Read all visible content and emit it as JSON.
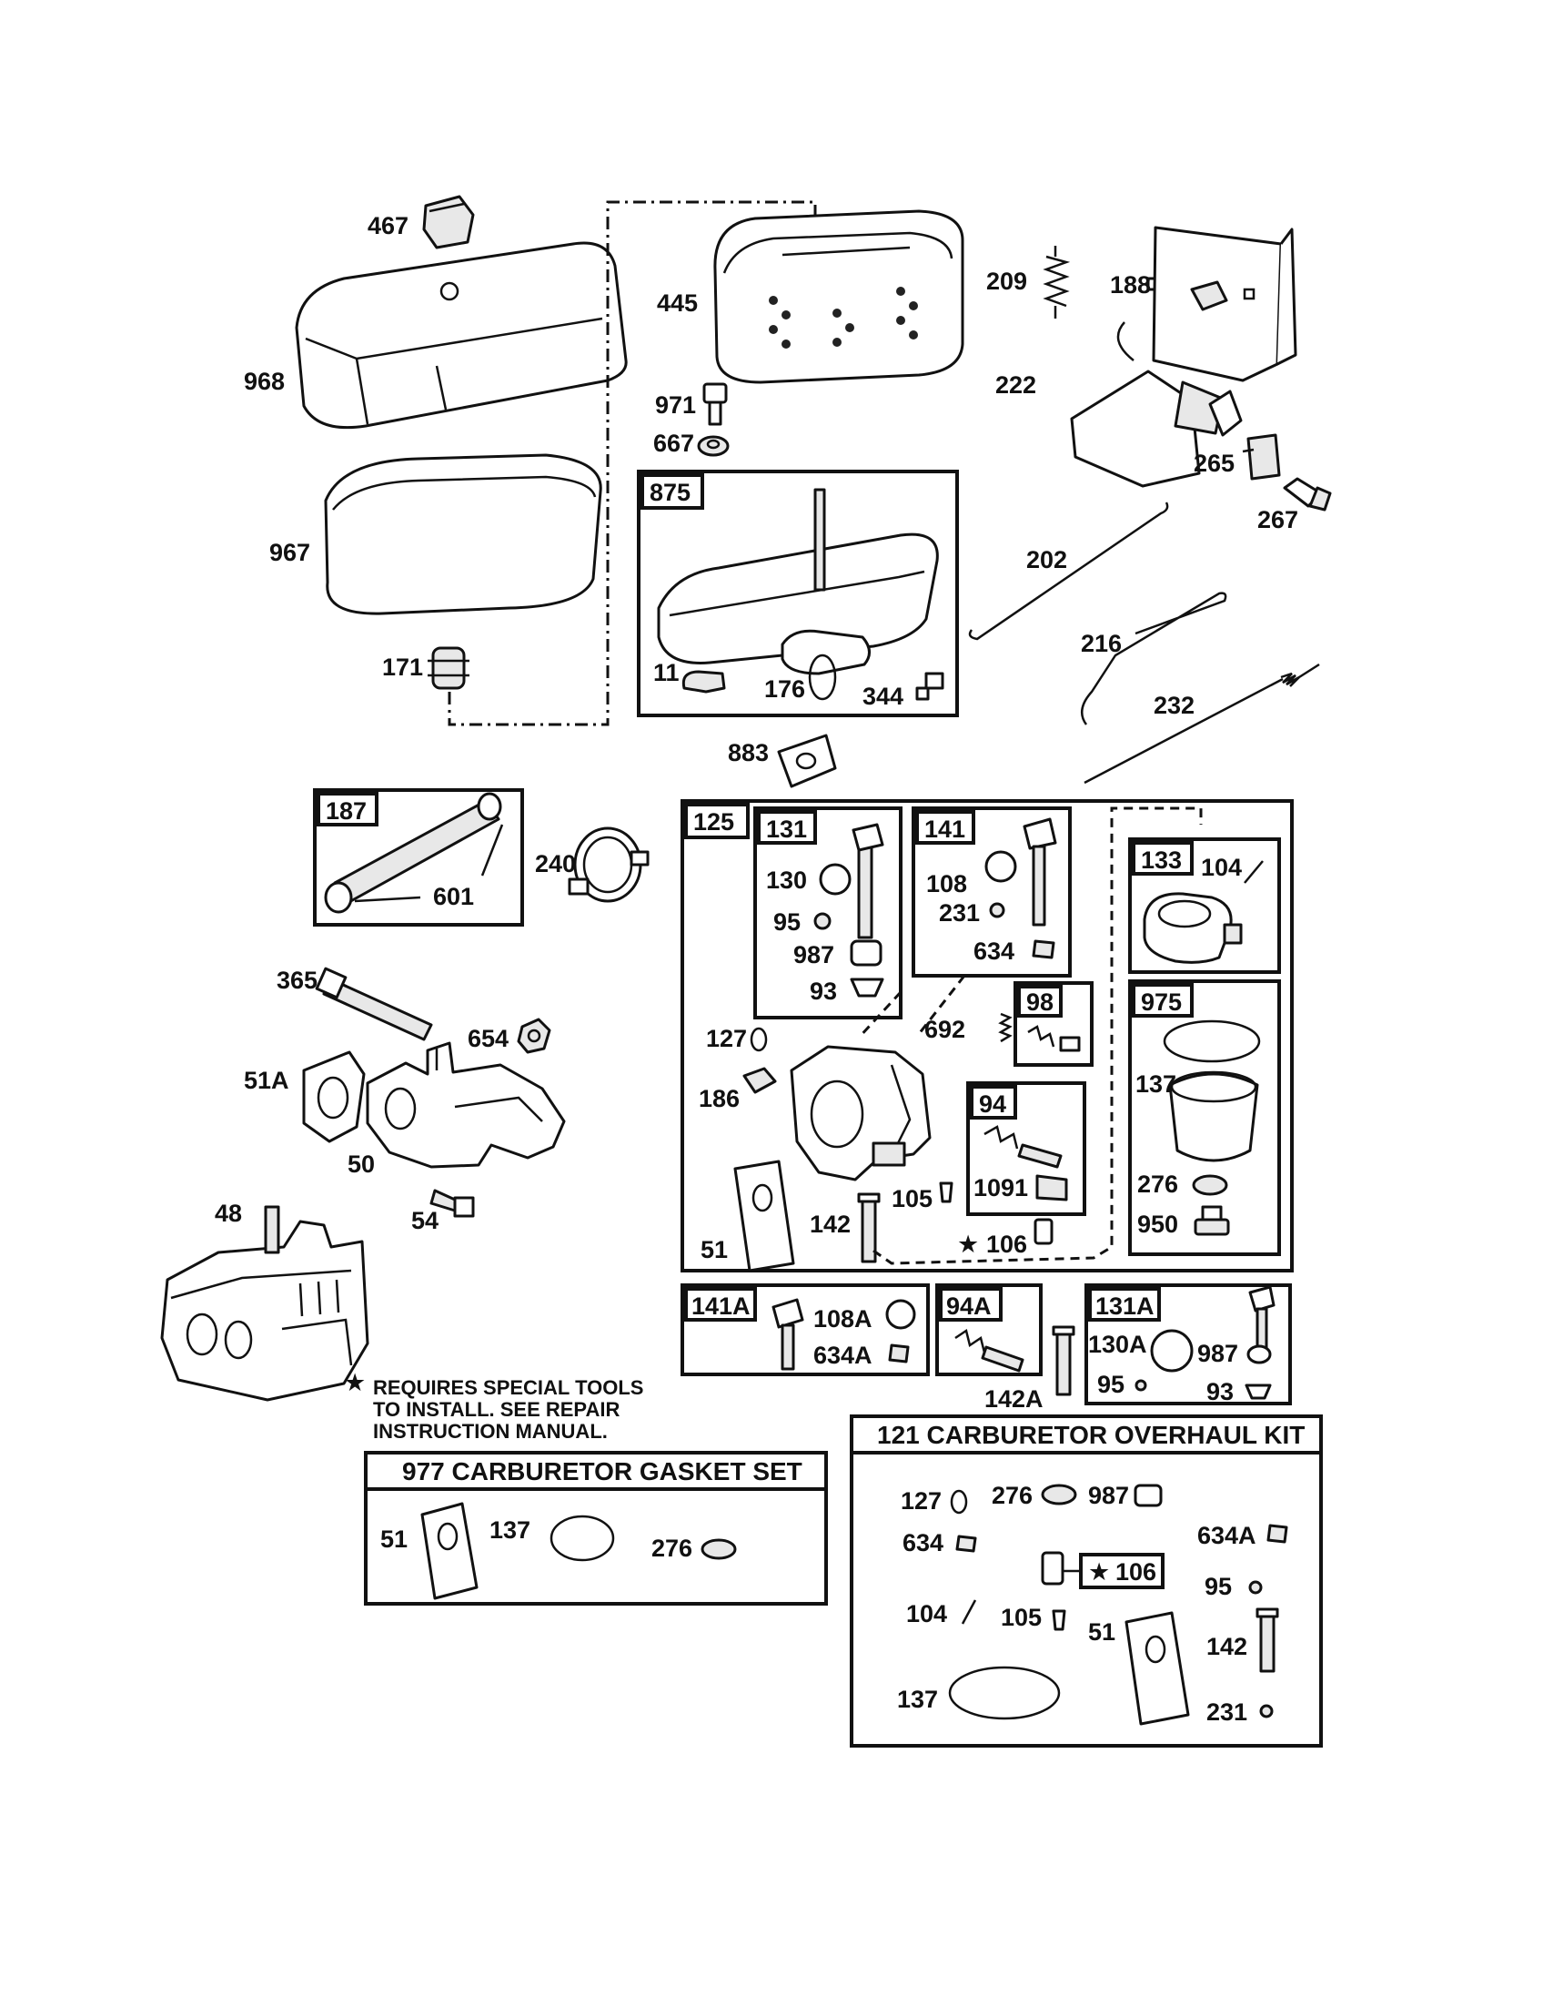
{
  "labels": {
    "l467": "467",
    "l968": "968",
    "l967": "967",
    "l171": "171",
    "l445": "445",
    "l971": "971",
    "l667": "667",
    "l875": "875",
    "l11": "11",
    "l176": "176",
    "l344": "344",
    "l883": "883",
    "l209": "209",
    "l188": "188",
    "l222": "222",
    "l265": "265",
    "l267": "267",
    "l202": "202",
    "l216": "216",
    "l232": "232",
    "l187": "187",
    "l601": "601",
    "l240": "240",
    "l365": "365",
    "l654": "654",
    "l51A": "51A",
    "l50": "50",
    "l54": "54",
    "l48": "48",
    "l125": "125",
    "l131": "131",
    "l130": "130",
    "l95": "95",
    "l987": "987",
    "l93": "93",
    "l141": "141",
    "l108": "108",
    "l231": "231",
    "l634": "634",
    "l692": "692",
    "l98": "98",
    "l127": "127",
    "l186": "186",
    "l94": "94",
    "l1091": "1091",
    "l51": "51",
    "l142": "142",
    "l105": "105",
    "l106": "106",
    "l133": "133",
    "l104": "104",
    "l975": "975",
    "l137": "137",
    "l276": "276",
    "l950": "950",
    "l141A": "141A",
    "l108A": "108A",
    "l634A": "634A",
    "l94A": "94A",
    "l142A": "142A",
    "l131A": "131A",
    "l130A": "130A",
    "l987b": "987",
    "l95b": "95",
    "l93b": "93"
  },
  "note": {
    "line1": "REQUIRES SPECIAL TOOLS",
    "line2": "TO INSTALL.  SEE REPAIR",
    "line3": "INSTRUCTION MANUAL."
  },
  "gasket_set": {
    "title": "977 CARBURETOR GASKET SET",
    "labels": [
      "51",
      "137",
      "276"
    ]
  },
  "overhaul_kit": {
    "title": "121 CARBURETOR OVERHAUL KIT",
    "labels": {
      "k127": "127",
      "k276": "276",
      "k987": "987",
      "k634": "634",
      "k634A": "634A",
      "k106": "106",
      "k95": "95",
      "k104": "104",
      "k105": "105",
      "k51": "51",
      "k142": "142",
      "k137": "137",
      "k231": "231"
    }
  },
  "symbols": {
    "star": "★"
  }
}
